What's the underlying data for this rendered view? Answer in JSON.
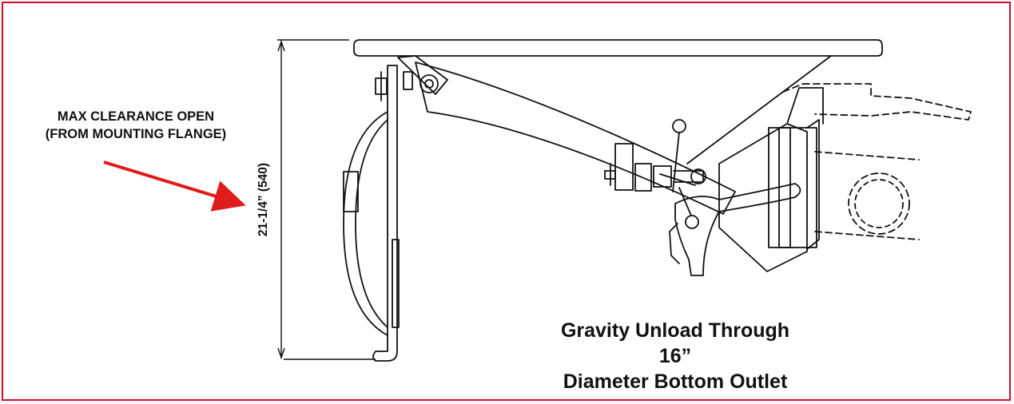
{
  "callout": {
    "line1": "MAX CLEARANCE OPEN",
    "line2": "(FROM MOUNTING FLANGE)"
  },
  "dimension": {
    "label": "21-1/4” (540)"
  },
  "caption": {
    "line1": "Gravity Unload Through 16”",
    "line2": "Diameter Bottom Outlet"
  },
  "colors": {
    "frame": "#c8102e",
    "arrow": "#e01b1b",
    "ink": "#111111"
  }
}
